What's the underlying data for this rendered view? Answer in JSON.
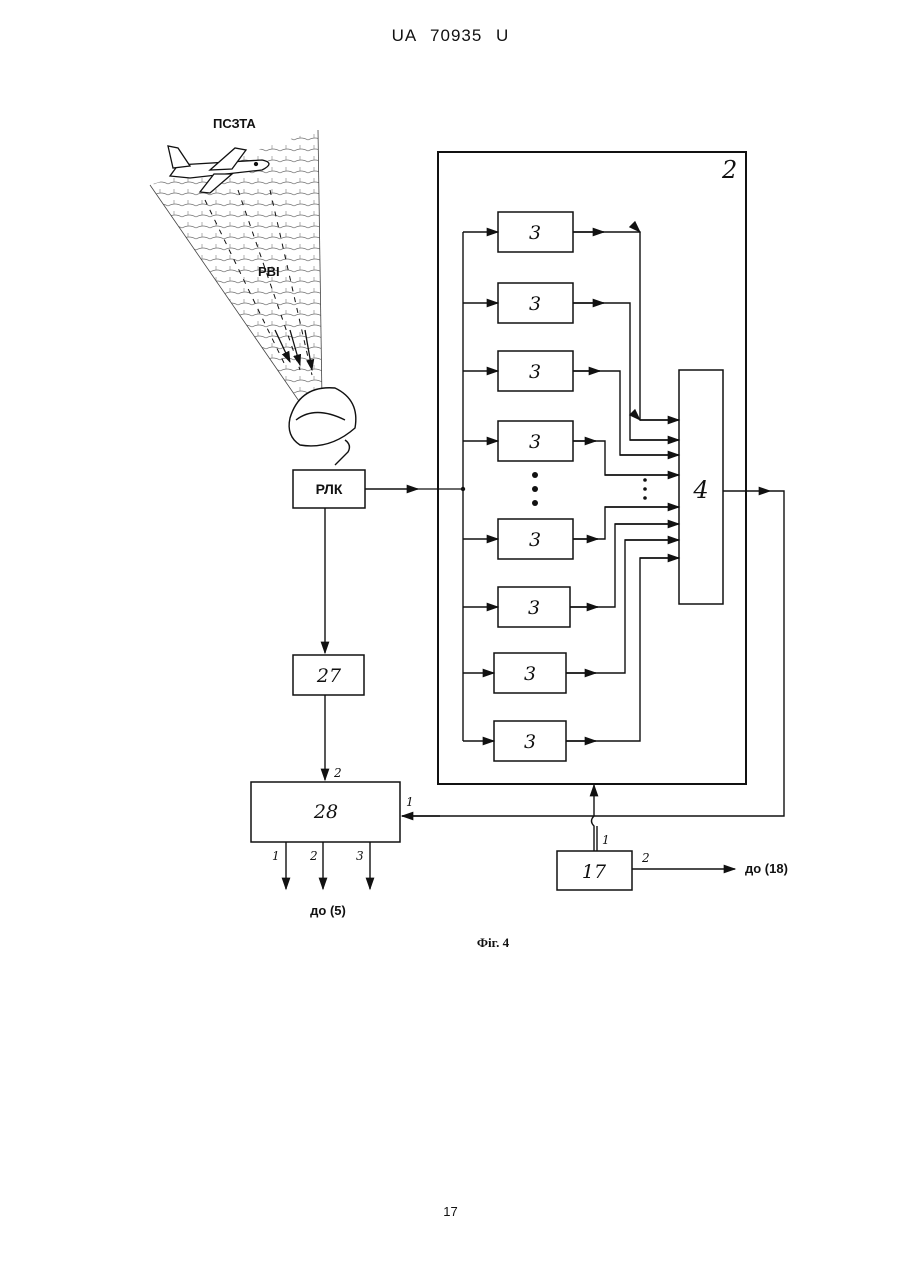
{
  "header": {
    "doc_id": "UA   70935   U"
  },
  "footer": {
    "page_number": "17"
  },
  "figure": {
    "caption": "Фіг. 4",
    "labels": {
      "aircraft": "ПСЗТА",
      "beam": "РВІ",
      "radar": "РЛК",
      "group": "2",
      "block3": "3",
      "block4": "4",
      "block27": "27",
      "block28": "28",
      "block17": "17",
      "port1": "1",
      "port2": "2",
      "port3": "3",
      "to5": "до (5)",
      "to18": "до (18)",
      "dots_vertical": "⋮"
    }
  }
}
